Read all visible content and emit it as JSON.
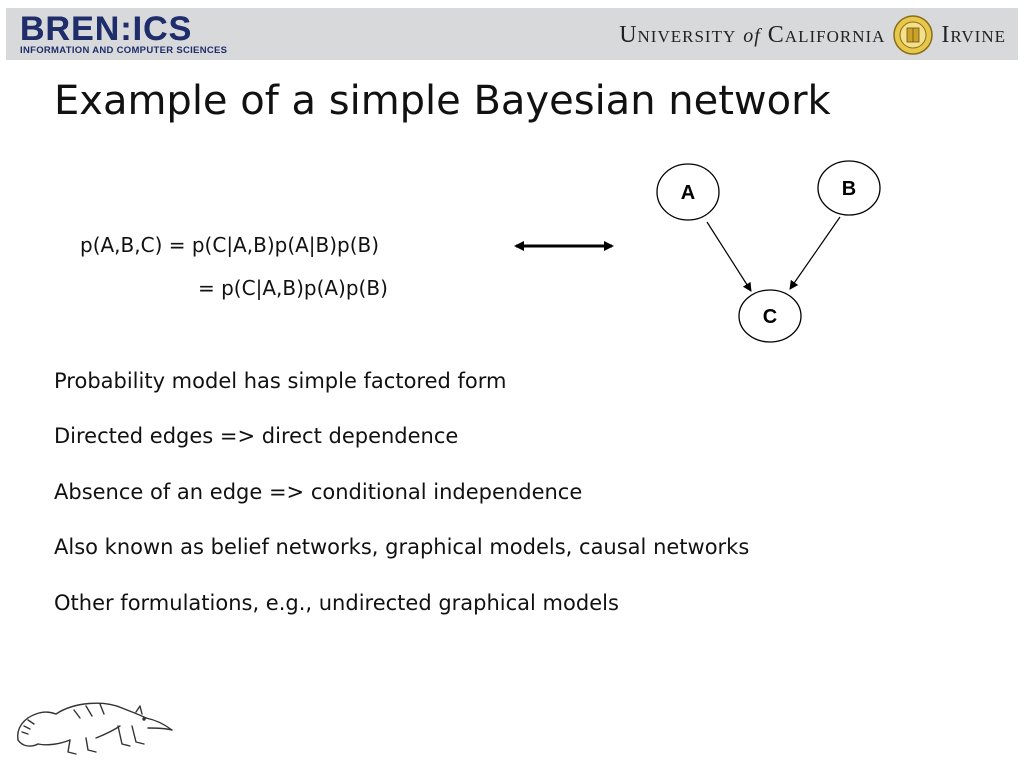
{
  "header": {
    "bren_logo_text": "BREN:ICS",
    "bren_subtitle": "INFORMATION AND COMPUTER SCIENCES",
    "uci_university": "University",
    "uci_of": "of",
    "uci_california": "California",
    "uci_irvine": "Irvine"
  },
  "slide": {
    "title": "Example of a simple Bayesian network",
    "equation_line1": "p(A,B,C) = p(C|A,B)p(A|B)p(B)",
    "equation_line2": "= p(C|A,B)p(A)p(B)",
    "bullets": [
      "Probability model has simple factored form",
      "Directed edges =>  direct dependence",
      "Absence of an edge  => conditional independence",
      "Also known as belief networks, graphical models, causal networks",
      "Other formulations, e.g., undirected graphical models"
    ]
  },
  "diagram": {
    "nodes": [
      {
        "id": "A",
        "label": "A"
      },
      {
        "id": "B",
        "label": "B"
      },
      {
        "id": "C",
        "label": "C"
      }
    ],
    "edges": [
      {
        "from": "A",
        "to": "C"
      },
      {
        "from": "B",
        "to": "C"
      }
    ]
  }
}
